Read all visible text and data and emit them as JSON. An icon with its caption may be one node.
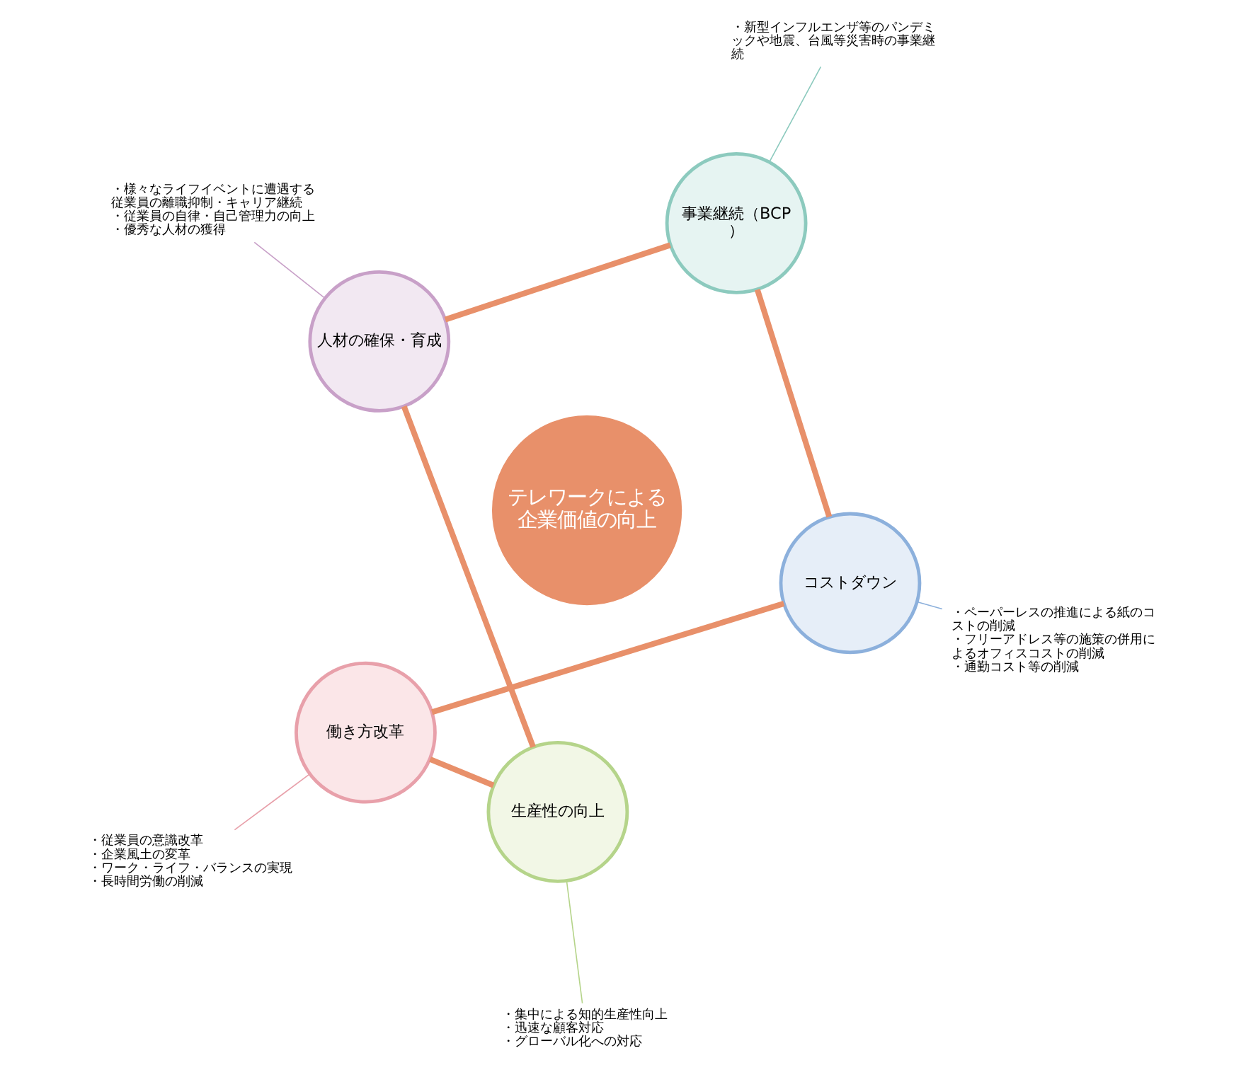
{
  "diagram": {
    "nodes": [
      {
        "text": [
          "テレワークによる企業価値の向上"
        ]
      },
      {
        "text": [
          "働き方改革"
        ]
      },
      {
        "text": [
          "生産性の向上"
        ]
      },
      {
        "text": [
          "人材の確保・育成"
        ]
      },
      {
        "text": [
          "事業継続（BCP）"
        ]
      },
      {
        "text": [
          "コストダウン"
        ]
      },
      {
        "text": [
          "・従業員の意識改革",
          "・企業風土の変革",
          "・ワーク・ライフ・バランスの実現",
          "・長時間労働の削減"
        ]
      },
      {
        "text": [
          "・集中による知的生産性向上",
          "・迅速な顧客対応",
          "・グローバル化への対応"
        ]
      },
      {
        "text": [
          "・様々なライフイベントに遭遇する従業員の離職抑制・キャリア継続",
          "・従業員の自律・自己管理力の向上",
          "・優秀な人材の獲得"
        ]
      },
      {
        "text": [
          "・新型インフルエンザ等のパンデミックや地震、台風等災害時の事業継続"
        ]
      },
      {
        "text": [
          "・ペーパーレスの推進による紙のコストの削減",
          "・フリーアドレス等の施策の併用によるオフィスコストの削減",
          "・通勤コスト等の削減"
        ]
      }
    ],
    "edges": [
      {
        "from": 1,
        "to": 2,
        "arrow": "none",
        "style": "thick"
      },
      {
        "from": 2,
        "to": 3,
        "arrow": "none",
        "style": "thick"
      },
      {
        "from": 3,
        "to": 4,
        "arrow": "none",
        "style": "thick"
      },
      {
        "from": 4,
        "to": 5,
        "arrow": "none",
        "style": "thick"
      },
      {
        "from": 5,
        "to": 1,
        "arrow": "none",
        "style": "thick"
      },
      {
        "from": 6,
        "to": 1,
        "arrow": "none",
        "color": "#e8a0aa"
      },
      {
        "from": 7,
        "to": 2,
        "arrow": "none",
        "color": "#b5d48a"
      },
      {
        "from": 8,
        "to": 3,
        "arrow": "none",
        "color": "#c8a0c8"
      },
      {
        "from": 9,
        "to": 4,
        "arrow": "none",
        "color": "#8ccabe"
      },
      {
        "from": 10,
        "to": 5,
        "arrow": "none",
        "color": "#8cb0dc"
      }
    ]
  }
}
